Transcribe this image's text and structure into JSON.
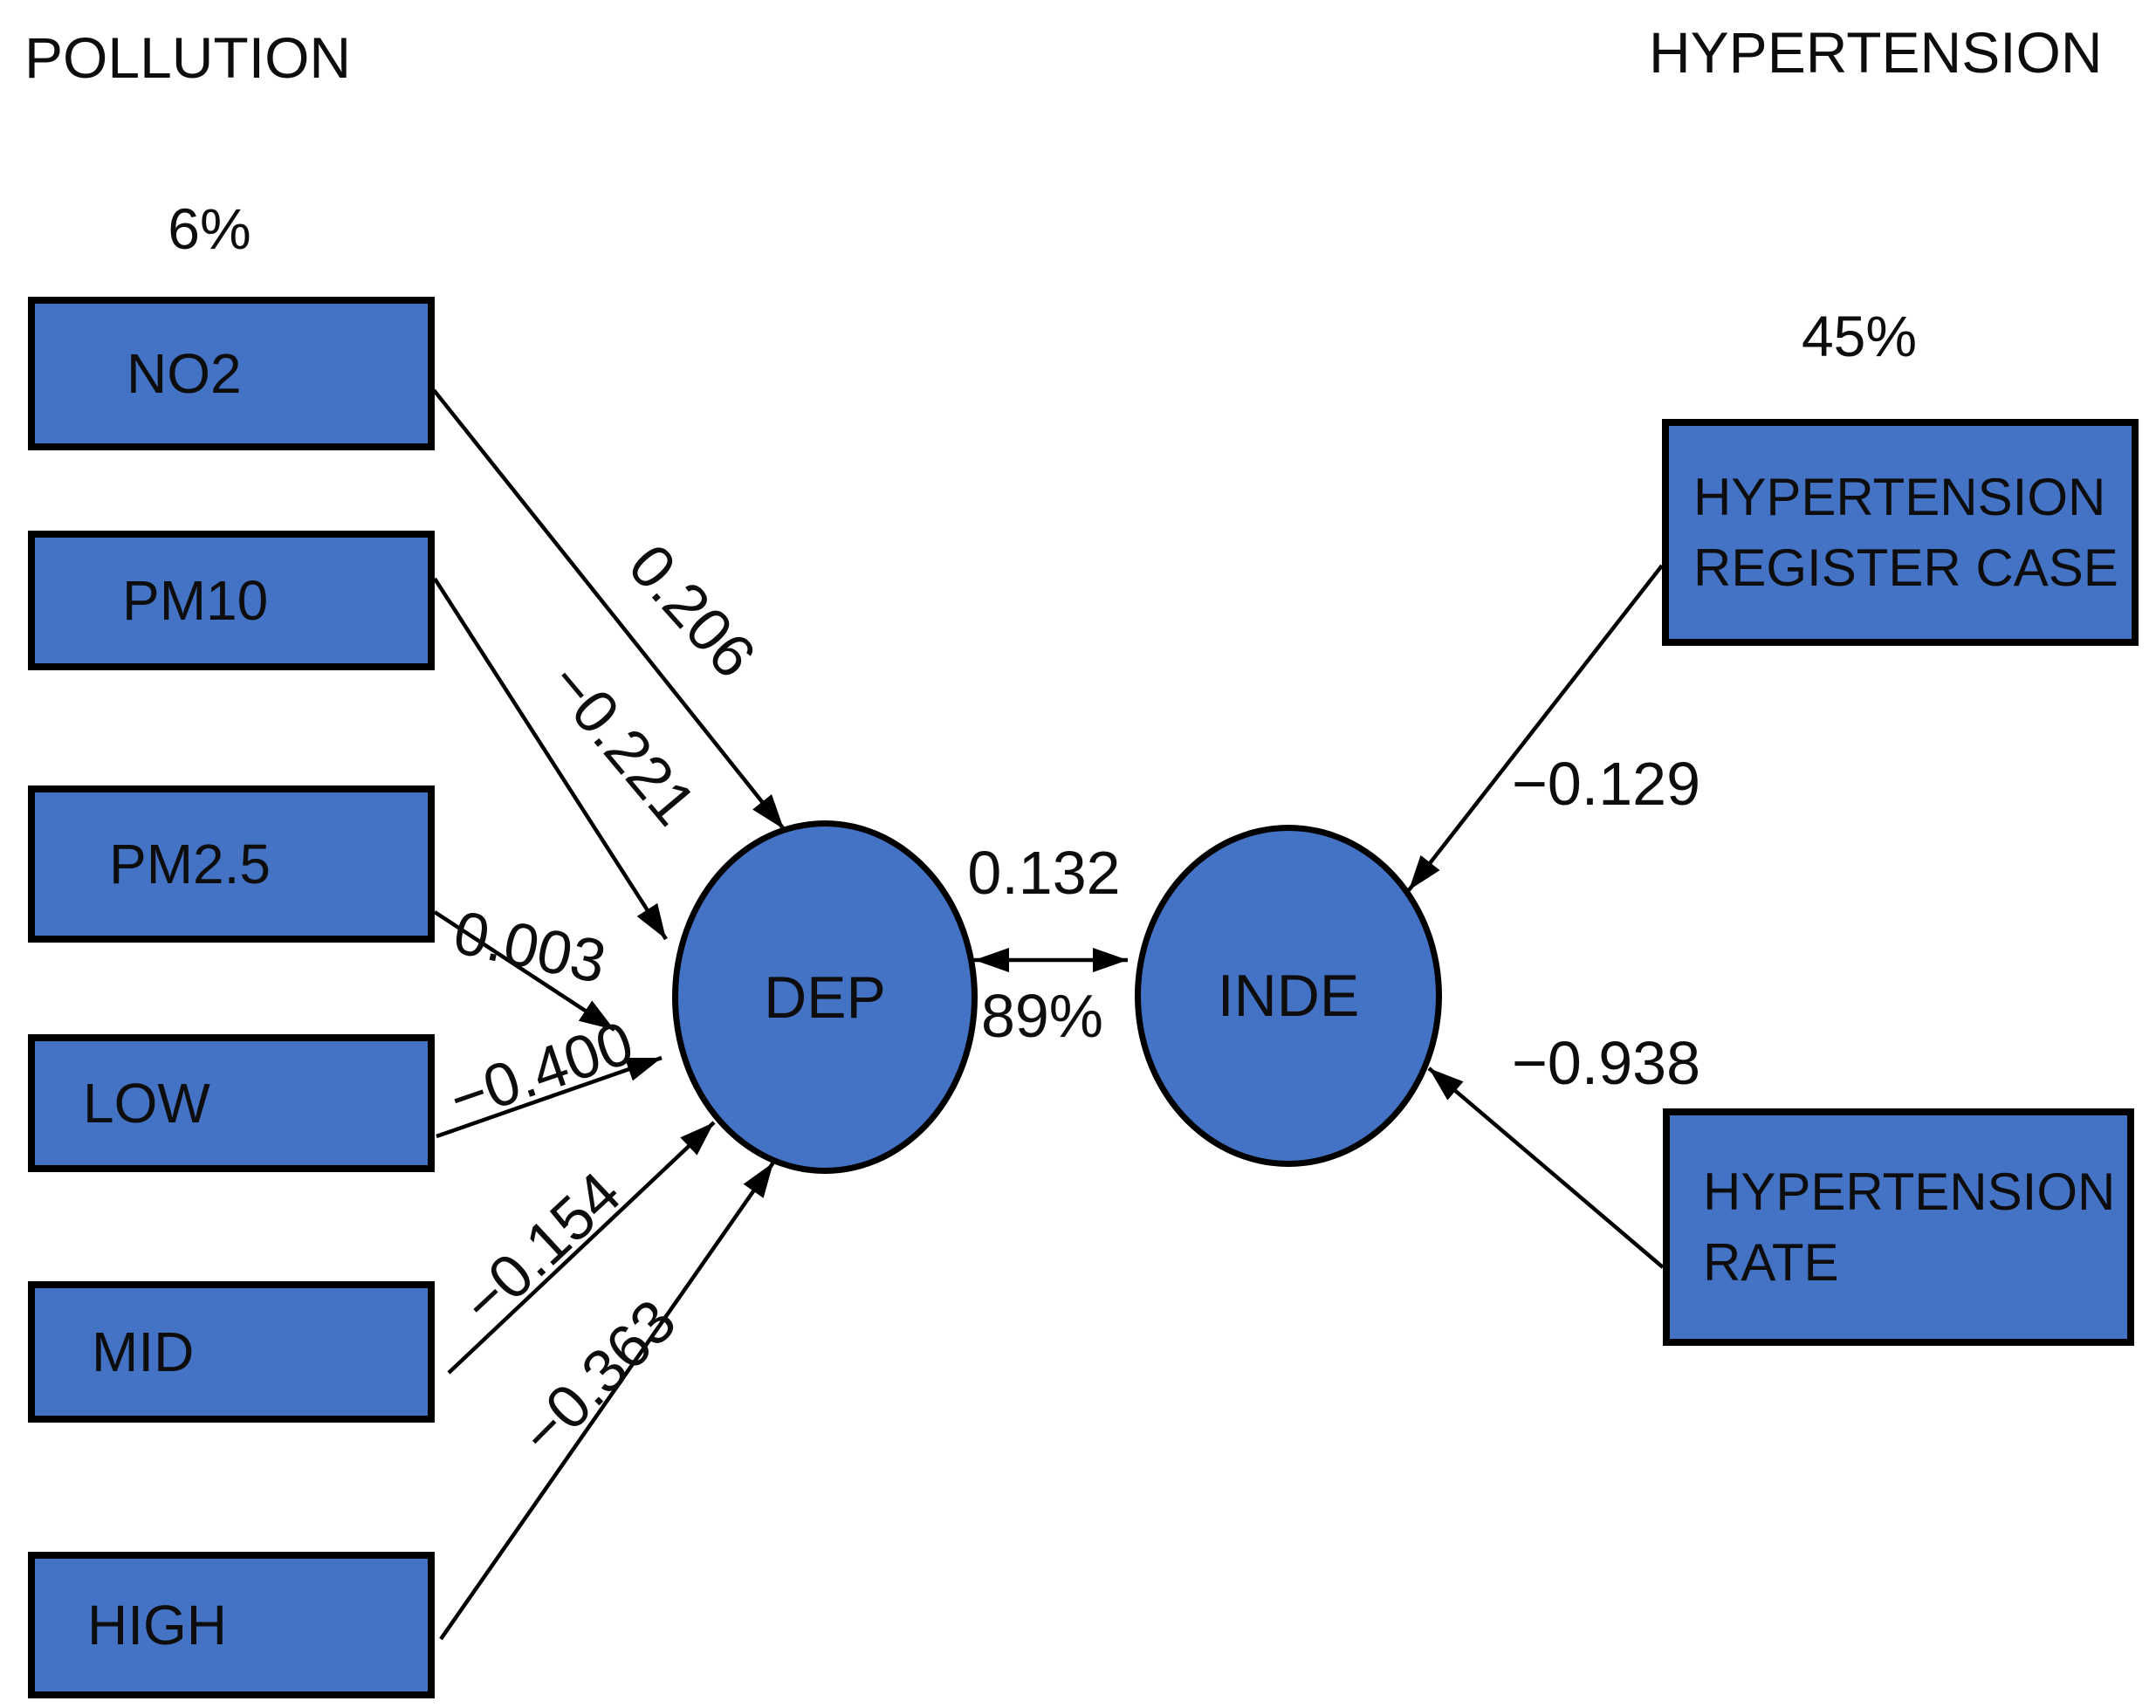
{
  "diagram": {
    "left_group_title": "POLLUTION",
    "right_group_title": "HYPERTENSION",
    "left_variance": "6%",
    "right_variance": "45%",
    "latent_dep": "DEP",
    "latent_inde": "INDE",
    "covariance": "0.132",
    "shared_variance": "89%"
  },
  "pollution_indicators": [
    {
      "label": "NO2",
      "loading": "0.206"
    },
    {
      "label": "PM10",
      "loading": "−0.221"
    },
    {
      "label": "PM2.5",
      "loading": "0.003"
    },
    {
      "label": "LOW",
      "loading": "−0.400"
    },
    {
      "label": "MID",
      "loading": "−0.154"
    },
    {
      "label": "HIGH",
      "loading": "−0.363"
    }
  ],
  "hypertension_indicators": [
    {
      "label": "HYPERTENSION REGISTER CASE",
      "loading": "−0.129"
    },
    {
      "label": "HYPERTENSION RATE",
      "loading": "−0.938"
    }
  ],
  "colors": {
    "node_fill": "#4472C4",
    "node_border": "#000000",
    "text": "#0d0d0d",
    "background": "#ffffff"
  }
}
